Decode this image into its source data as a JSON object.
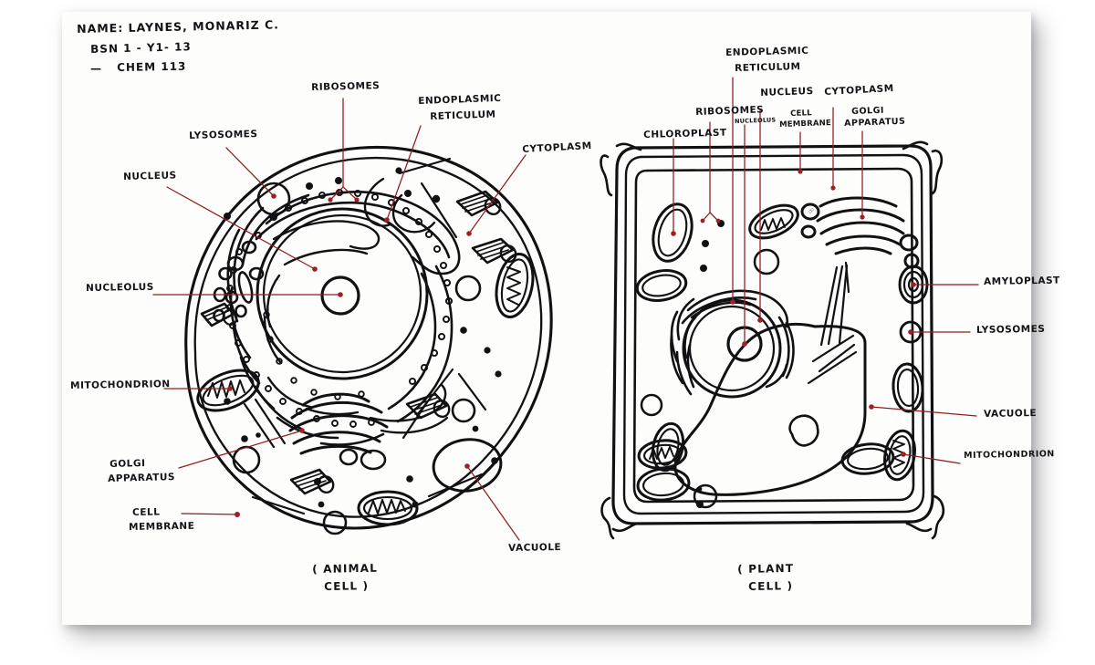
{
  "document": {
    "medium": "handwritten worksheet on white paper",
    "header": {
      "name_line": "NAME: LAYNES, MONARIZ C.",
      "section_line": "BSN 1 - Y1- 13",
      "course_line": "CHEM 113",
      "dash": "—"
    }
  },
  "animal_cell": {
    "caption_line1": "( ANIMAL",
    "caption_line2": "CELL )",
    "labels": [
      {
        "id": "ribosomes",
        "text": "RIBOSOMES"
      },
      {
        "id": "endoplasmic_reticulum_1",
        "text": "ENDOPLASMIC"
      },
      {
        "id": "endoplasmic_reticulum_2",
        "text": "RETICULUM"
      },
      {
        "id": "cytoplasm",
        "text": "CYTOPLASM"
      },
      {
        "id": "lysosomes",
        "text": "LYSOSOMES"
      },
      {
        "id": "nucleus",
        "text": "NUCLEUS"
      },
      {
        "id": "nucleolus",
        "text": "NUCLEOLUS"
      },
      {
        "id": "mitochondrion",
        "text": "MITOCHONDRION"
      },
      {
        "id": "golgi_1",
        "text": "GOLGI"
      },
      {
        "id": "golgi_2",
        "text": "APPARATUS"
      },
      {
        "id": "cell_membrane_1",
        "text": "CELL"
      },
      {
        "id": "cell_membrane_2",
        "text": "MEMBRANE"
      },
      {
        "id": "vacuole",
        "text": "VACUOLE"
      }
    ]
  },
  "plant_cell": {
    "caption_line1": "( PLANT",
    "caption_line2": "CELL )",
    "labels": [
      {
        "id": "endoplasmic_reticulum_1",
        "text": "ENDOPLASMIC"
      },
      {
        "id": "endoplasmic_reticulum_2",
        "text": "RETICULUM"
      },
      {
        "id": "nucleus",
        "text": "NUCLEUS"
      },
      {
        "id": "cytoplasm",
        "text": "CYTOPLASM"
      },
      {
        "id": "ribosomes",
        "text": "RIBOSOMES"
      },
      {
        "id": "nucleolus",
        "text": "NUCLEOLUS"
      },
      {
        "id": "cell_membrane_1",
        "text": "CELL"
      },
      {
        "id": "cell_membrane_2",
        "text": "MEMBRANE"
      },
      {
        "id": "golgi_1",
        "text": "GOLGI"
      },
      {
        "id": "golgi_2",
        "text": "APPARATUS"
      },
      {
        "id": "chloroplast",
        "text": "CHLOROPLAST"
      },
      {
        "id": "amyloplast",
        "text": "AMYLOPLAST"
      },
      {
        "id": "lysosomes",
        "text": "LYSOSOMES"
      },
      {
        "id": "vacuole",
        "text": "VACUOLE"
      },
      {
        "id": "mitochondrion",
        "text": "MITOCHONDRION"
      }
    ]
  },
  "colors": {
    "paper": "#fdfdfb",
    "ink": "#111013",
    "leader_line": "#8f1d22",
    "page_background": "#ffffff",
    "shadow": "#5a5a5f"
  }
}
